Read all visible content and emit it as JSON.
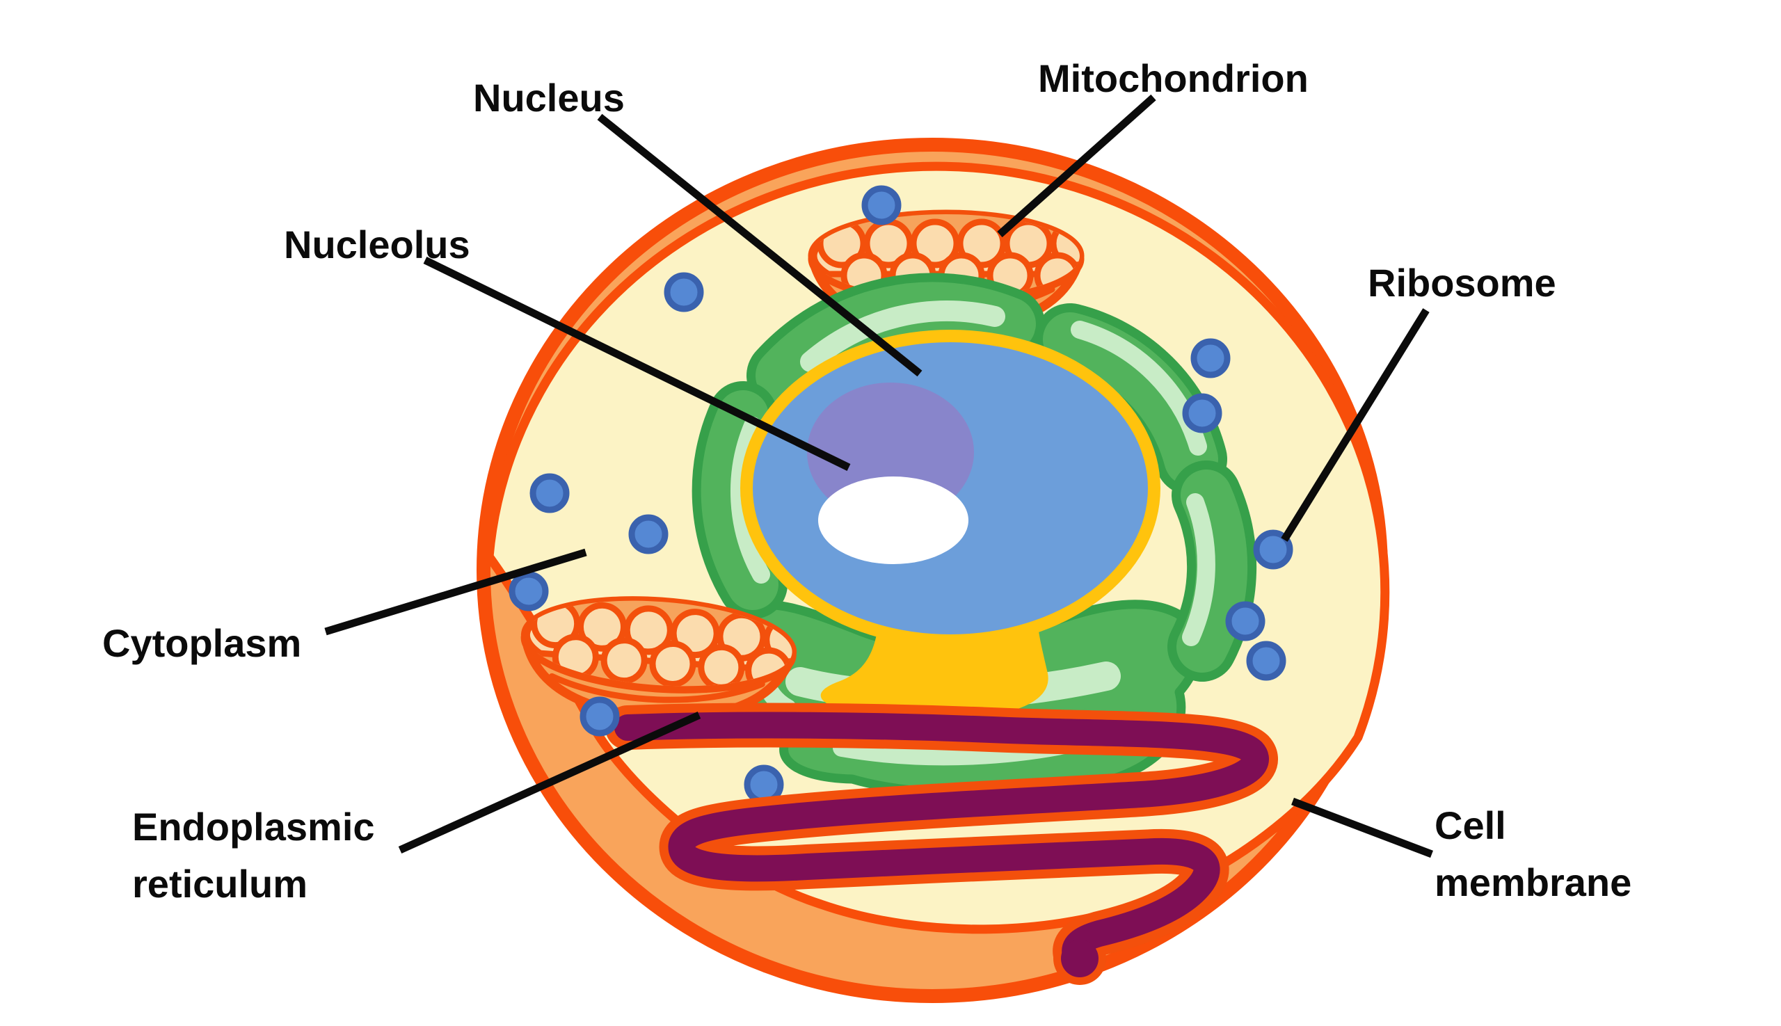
{
  "figure": {
    "type": "labeled-diagram",
    "subject": "animal cell"
  },
  "labels": {
    "nucleus": "Nucleus",
    "mitochondrion": "Mitochondrion",
    "nucleolus": "Nucleolus",
    "ribosome": "Ribosome",
    "cytoplasm": "Cytoplasm",
    "endoplasmic_reticulum": "Endoplasmic\nreticulum",
    "cell_membrane": "Cell\nmembrane"
  },
  "palette": {
    "background": "#FFFFFF",
    "membrane_outline": "#F84E0A",
    "cell_side_orange": "#F9A45B",
    "cytoplasm_fill": "#FCF3C5",
    "organelle_outline_orange": "#F3500C",
    "mitochondrion_rim": "#FBDCAE",
    "mitochondrion_body": "#F8A155",
    "mitochondrion_cristae": "#F6A35C",
    "green_body": "#52B35C",
    "green_outline": "#36A04A",
    "green_highlight": "#C8ECC6",
    "nuclear_ring_yellow": "#FFC30D",
    "nucleus_blue": "#6C9EDA",
    "nucleolus_purple": "#8885CB",
    "nucleolus_crescent": "#FFFFFF",
    "ribosome_fill": "#5588D4",
    "ribosome_edge": "#3A62AE",
    "er_fill": "#7E0E55",
    "leader_line": "#0B0B0B"
  }
}
